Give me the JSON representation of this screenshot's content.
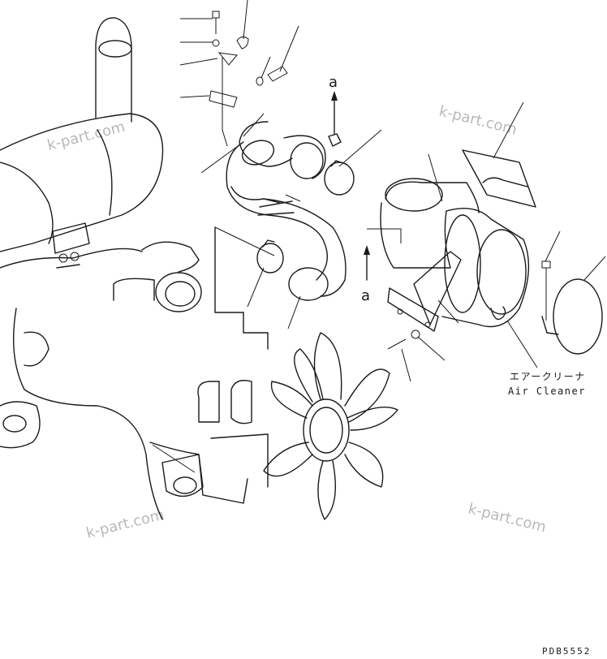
{
  "watermarks": [
    "k-part.com",
    "k-part.com",
    "k-part.com",
    "k-part.com"
  ],
  "view_ref": {
    "top": "a",
    "bottom": "a"
  },
  "callout": {
    "label_jp": "エアークリーナ",
    "label_en": "Air Cleaner"
  },
  "drawing_code": "PDB5552"
}
